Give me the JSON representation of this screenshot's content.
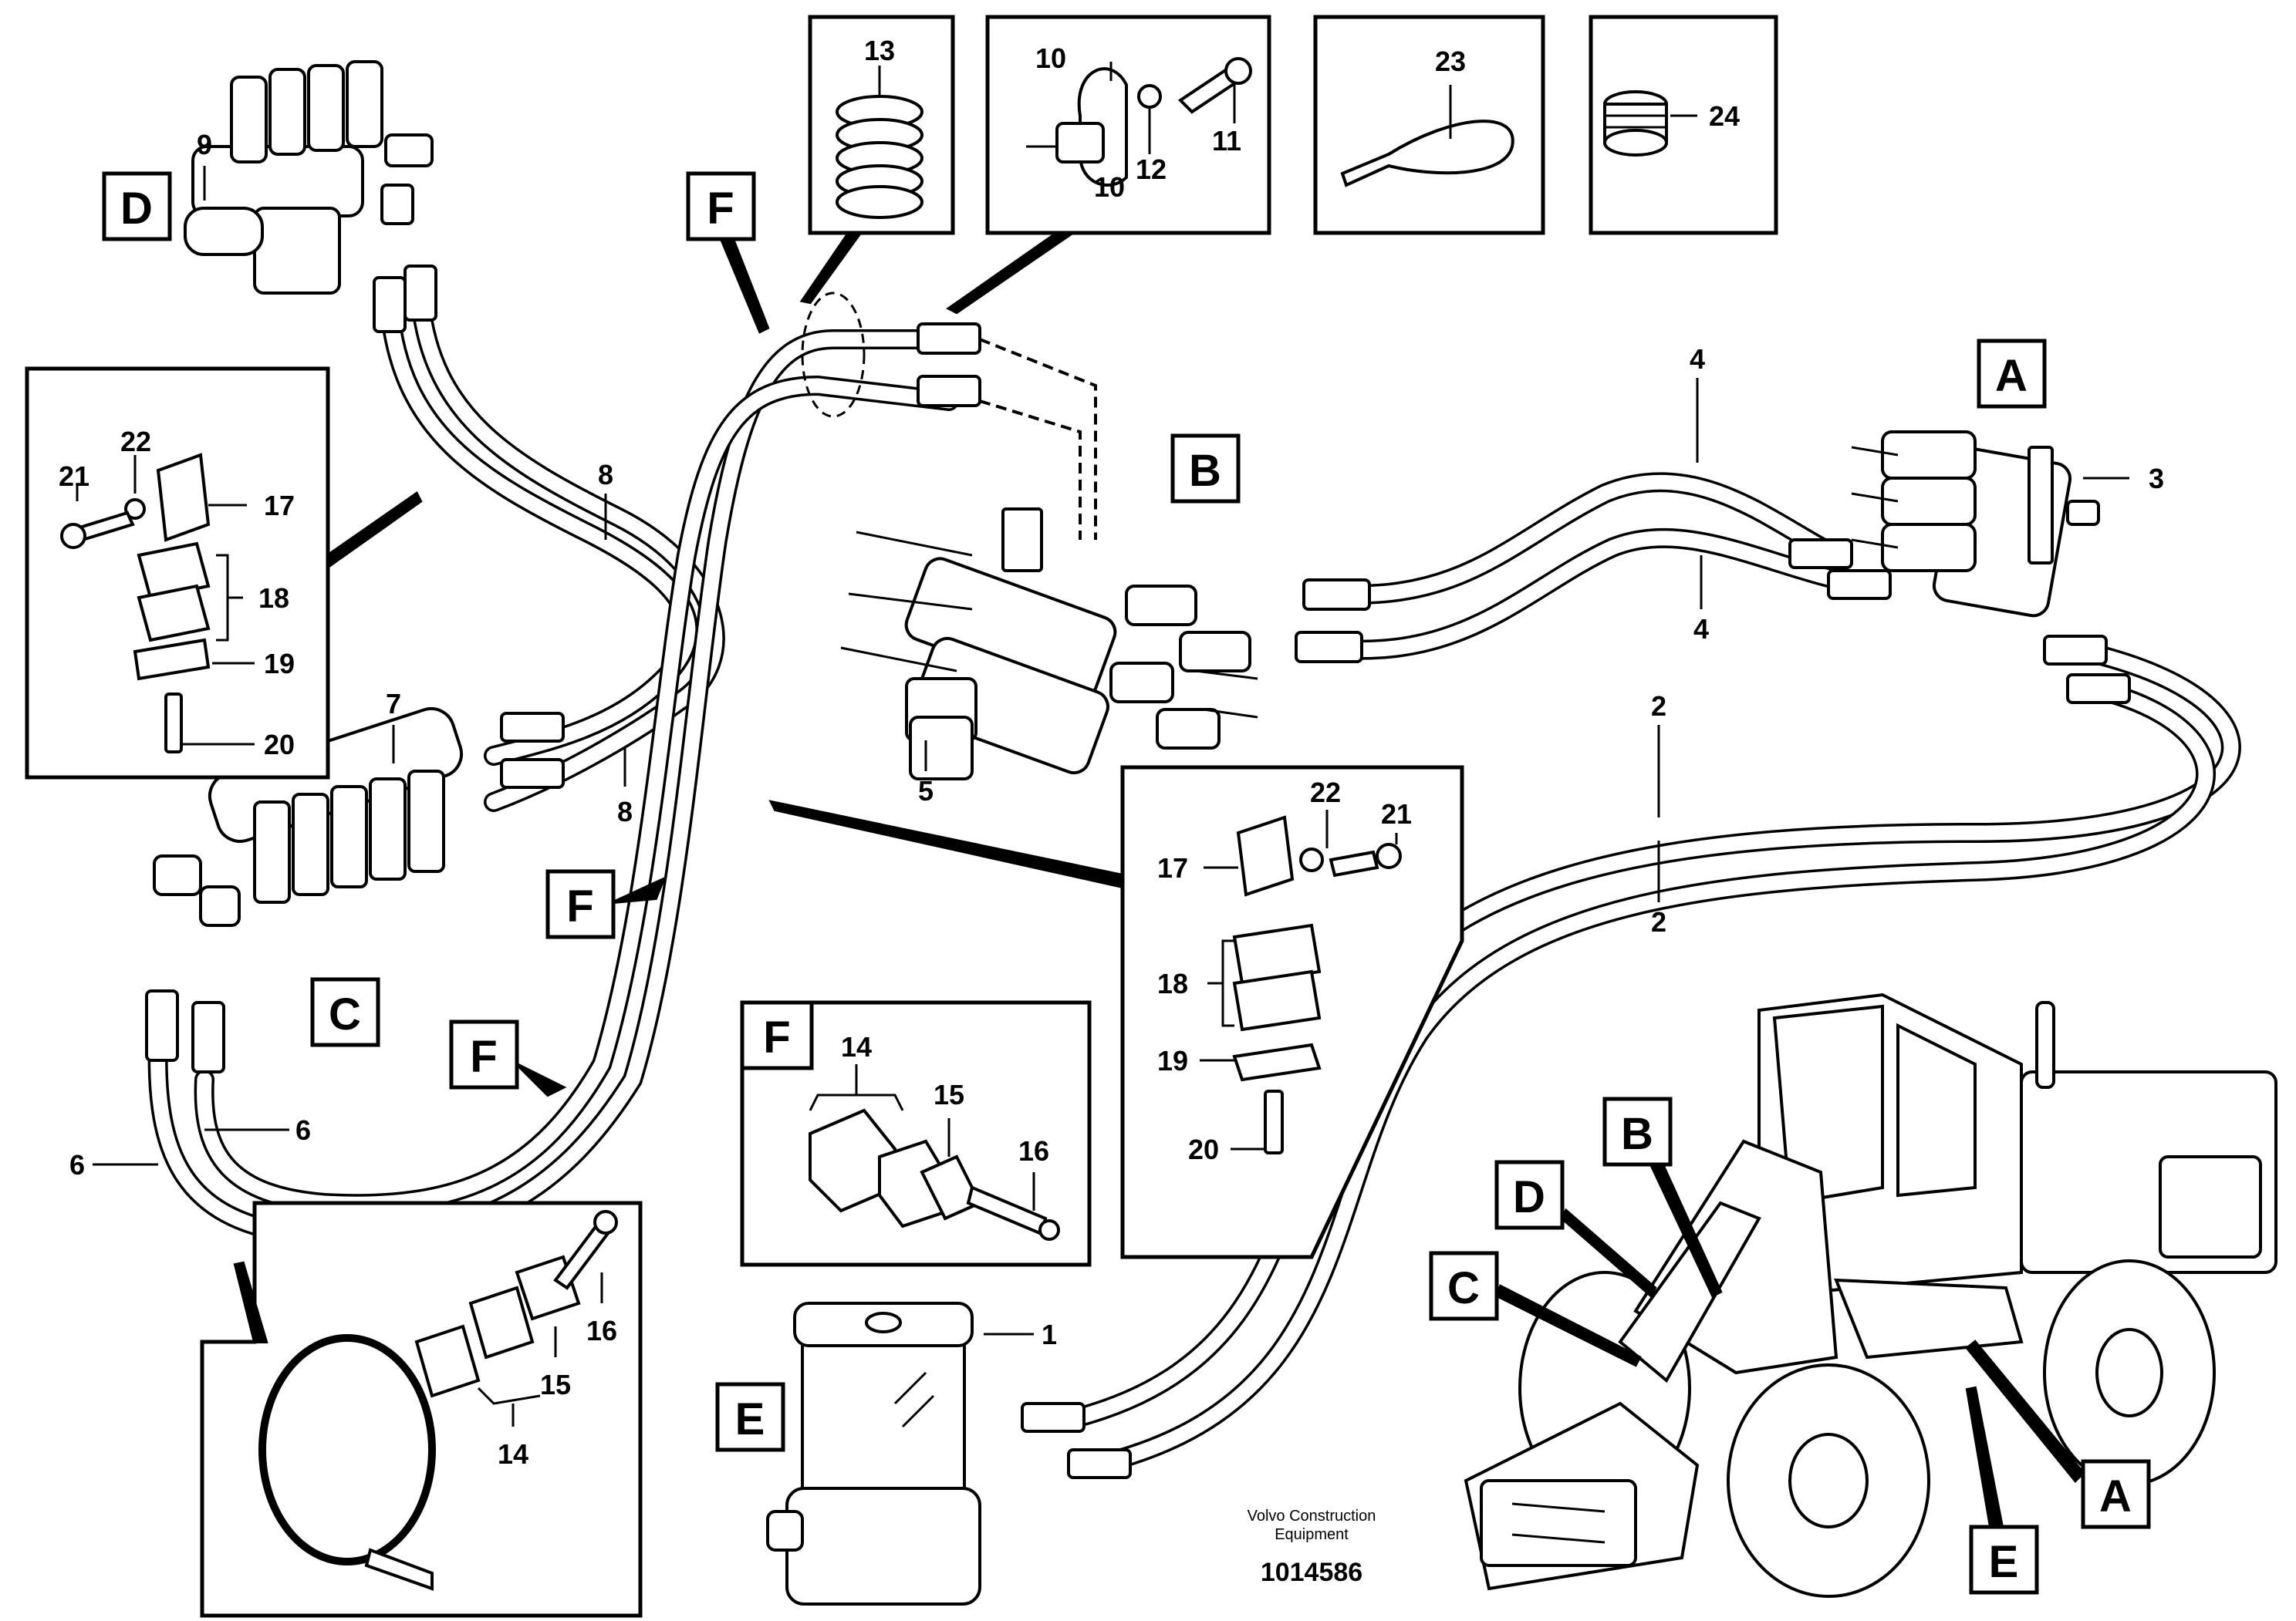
{
  "figure": {
    "credit_line1": "Volvo Construction",
    "credit_line2": "Equipment",
    "doc_number": "1014586"
  },
  "detail_labels": {
    "A_top": "A",
    "B_top": "B",
    "C_left": "C",
    "D_top": "D",
    "E_left": "E",
    "F_top": "F",
    "F_mid": "F",
    "F_low": "F",
    "F_inset": "F",
    "B_machine": "B",
    "D_machine": "D",
    "C_machine": "C",
    "A_machine": "A",
    "E_machine": "E"
  },
  "part_numbers": {
    "p1": "1",
    "p2a": "2",
    "p2b": "2",
    "p3": "3",
    "p4a": "4",
    "p4b": "4",
    "p5": "5",
    "p6a": "6",
    "p6b": "6",
    "p7": "7",
    "p8a": "8",
    "p8b": "8",
    "p9": "9",
    "p10a": "10",
    "p10b": "10",
    "p11": "11",
    "p12": "12",
    "p13": "13",
    "p14_inset": "14",
    "p14_clamp": "14",
    "p15_inset": "15",
    "p15_clamp": "15",
    "p16_inset": "16",
    "p16_clamp": "16",
    "p17_left": "17",
    "p17_right": "17",
    "p18_left": "18",
    "p18_right": "18",
    "p19_left": "19",
    "p19_right": "19",
    "p20_left": "20",
    "p20_right": "20",
    "p21_left": "21",
    "p21_right": "21",
    "p22_left": "22",
    "p22_right": "22",
    "p23": "23",
    "p24": "24"
  }
}
